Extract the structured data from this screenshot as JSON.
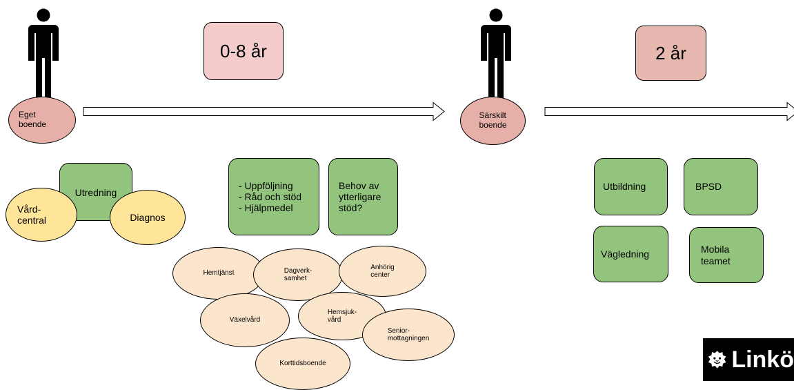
{
  "timeline": {
    "periods": [
      {
        "label": "0-8 år",
        "color": "#f4cccc"
      },
      {
        "label": "2 år",
        "color": "#e6b8af"
      }
    ],
    "stages": [
      {
        "label": "Eget\nboende"
      },
      {
        "label": "Särskilt\nboende"
      }
    ]
  },
  "left_group": {
    "utredning": "Utredning",
    "vardcentral": "Vård-\ncentral",
    "diagnos": "Diagnos"
  },
  "middle_boxes": {
    "support": "- Uppföljning\n- Råd och stöd\n- Hjälpmedel",
    "behov": "Behov av\nytterligare\nstöd?"
  },
  "services": [
    "Hemtjänst",
    "Dagverk-\nsamhet",
    "Anhörig\ncenter",
    "Växelvård",
    "Hemsjuk-\nvård",
    "Senior-\nmottagningen",
    "Korttidsboende"
  ],
  "right_boxes": [
    "Utbildning",
    "BPSD",
    "Vägledning",
    "Mobila\nteamet"
  ],
  "logo": {
    "text": "Linkö",
    "icon": "lion-head-icon"
  },
  "colors": {
    "green": "#93c47d",
    "yellow": "#ffe599",
    "peach": "#fce5cd",
    "pink": "#e6b0a8"
  }
}
